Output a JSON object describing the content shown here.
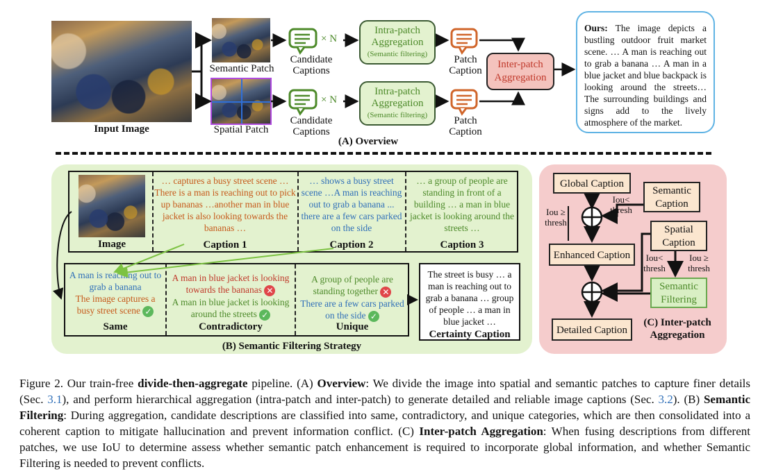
{
  "overview": {
    "input_image_label": "Input Image",
    "semantic_patch_label": "Semantic Patch",
    "spatial_patch_label": "Spatial Patch",
    "times_n": "× N",
    "candidate_captions_line1": "Candidate",
    "candidate_captions_line2": "Captions",
    "intra_patch_line1": "Intra-patch",
    "intra_patch_line2": "Aggregation",
    "intra_patch_line3": "(Semantic filtering)",
    "patch_caption_line1": "Patch",
    "patch_caption_line2": "Caption",
    "inter_patch_line1": "Inter-patch",
    "inter_patch_line2": "Aggregation",
    "ours_label": "Ours:",
    "ours_text": " The image depicts a bustling outdoor fruit market scene. … A man is reaching out to grab a banana … A man in a blue jacket and blue backpack is looking around the streets… The surrounding buildings and signs add to the lively atmosphere of the market.",
    "section_title": "(A) Overview"
  },
  "filtering": {
    "image_label": "Image",
    "caption1_label": "Caption 1",
    "caption2_label": "Caption 2",
    "caption3_label": "Caption 3",
    "caption1_text": "… captures a busy street scene … There is a man is reaching out to pick up bananas …another man in blue jacket is also looking towards the bananas …",
    "caption2_text": "… shows a busy street scene …A man is reaching out to grab a banana ... there are a few cars parked on the side",
    "caption3_text": "… a group of people are standing in front of a building … a man in blue jacket is looking around the streets …",
    "same_line1": "A man is reaching out to grab a banana",
    "same_line2": "The image captures a busy street scene",
    "same_label": "Same",
    "contra_line1": "A man in blue jacket is looking towards the bananas",
    "contra_line2": "A man in blue jacket is looking around the streets",
    "contra_label": "Contradictory",
    "unique_line1": "A group of people are standing together",
    "unique_line2": "There are a few cars parked on the side",
    "unique_label": "Unique",
    "certainty_text": "The street is busy … a man is reaching out to grab a banana … group of people … a man in blue jacket …",
    "certainty_label": "Certainty Caption",
    "section_title": "(B) Semantic Filtering Strategy"
  },
  "inter_patch": {
    "global_caption": "Global Caption",
    "semantic_caption": "Semantic Caption",
    "spatial_caption": "Spatial Caption",
    "enhanced_caption": "Enhanced Caption",
    "semantic_filtering": "Semantic Filtering",
    "detailed_caption": "Detailed Caption",
    "iou_ge_1": "Iou ≥",
    "thresh_1": "thresh",
    "iou_lt_1": "Iou<",
    "thresh_2": "thresh",
    "iou_lt_2": "Iou<",
    "thresh_3": "thresh",
    "iou_ge_2": "Iou ≥",
    "thresh_4": "thresh",
    "section_title_line1": "(C)  Inter-patch",
    "section_title_line2": "Aggregation"
  },
  "figure_caption": {
    "fig_label": "Figure 2.",
    "t1": " Our train-free ",
    "b1": "divide-then-aggregate",
    "t2": " pipeline. (A) ",
    "b2": "Overview",
    "t3": ": We divide the image into spatial and semantic patches to capture finer details (Sec. ",
    "ref1": "3.1",
    "t4": "), and perform hierarchical aggregation (intra-patch and inter-patch) to generate detailed and reliable image captions (Sec. ",
    "ref2": "3.2",
    "t5": "). (B) ",
    "b3": "Semantic Filtering",
    "t6": ": During aggregation, candidate descriptions are classified into same, contradictory, and unique categories, which are then consolidated into a coherent caption to mitigate hallucination and prevent information conflict. (C) ",
    "b4": "Inter-patch Aggregation",
    "t7": ": When fusing descriptions from different patches, we use IoU to determine assess whether semantic patch enhancement is required to incorporate global information, and whether Semantic Filtering is needed to prevent conflicts."
  },
  "colors": {
    "green_panel": "#e3f2cf",
    "red_panel": "#f5cccc",
    "orange_text": "#c65a1b",
    "blue_text": "#2f6fb8",
    "green_text": "#4d8a2a",
    "link_blue": "#2f6fb8"
  }
}
